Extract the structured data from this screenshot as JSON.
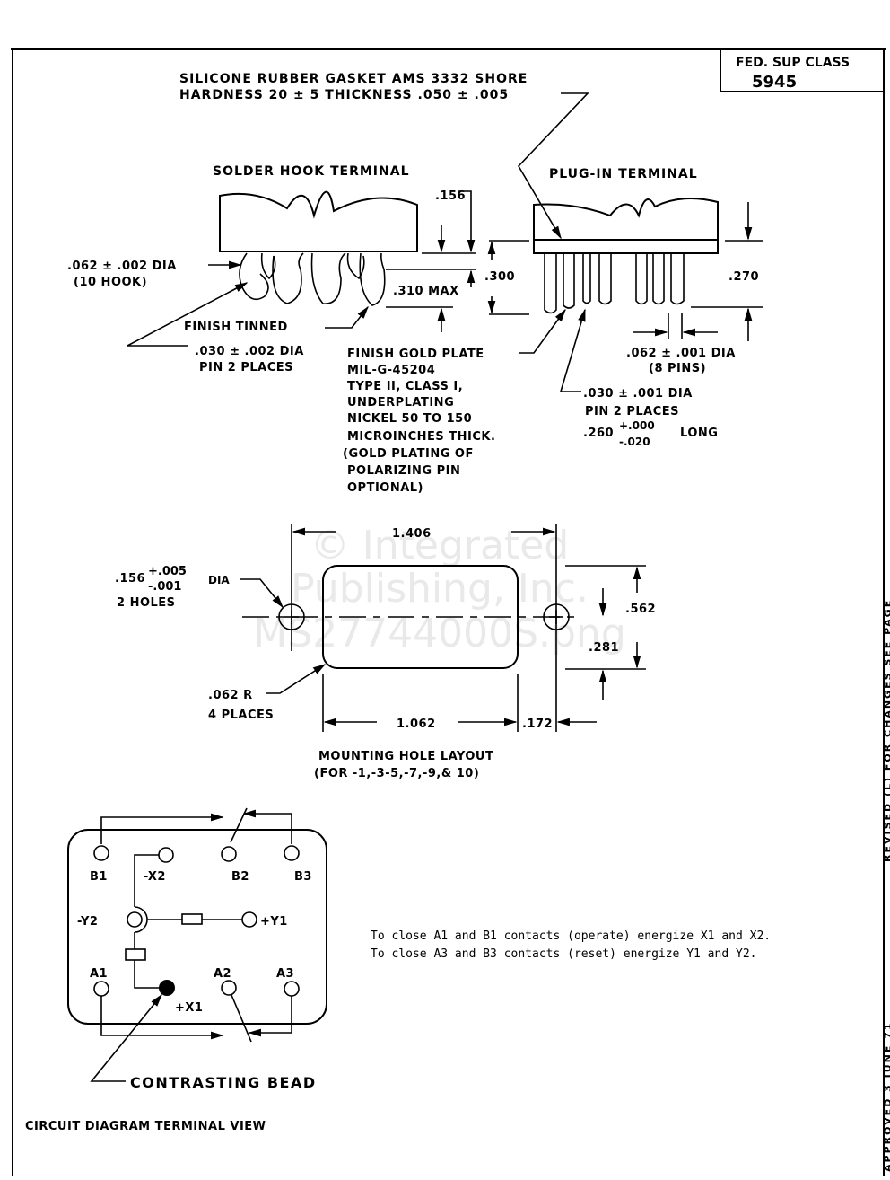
{
  "title_block": {
    "fsc_label": "FED. SUP CLASS",
    "fsc_value": "5945"
  },
  "gasket_note": {
    "line1": "SILICONE RUBBER GASKET AMS 3332 SHORE",
    "line2": "HARDNESS 20 ± 5 THICKNESS .050 ± .005"
  },
  "solder_hook": {
    "title": "SOLDER HOOK TERMINAL",
    "dim_156": ".156",
    "dim_300": ".300",
    "dim_310": ".310 MAX",
    "hook_dia_line1": ".062 ± .002 DIA",
    "hook_dia_line2": "(10 HOOK)",
    "finish": "FINISH TINNED",
    "pin_dia_line1": ".030 ± .002 DIA",
    "pin_dia_line2": "PIN 2 PLACES"
  },
  "gold_note": {
    "lines": [
      "FINISH GOLD PLATE",
      "MIL-G-45204",
      "TYPE II, CLASS I,",
      "UNDERPLATING",
      "NICKEL 50 TO 150",
      "MICROINCHES THICK.",
      "(GOLD PLATING OF",
      "POLARIZING PIN",
      "OPTIONAL)"
    ]
  },
  "plug_in": {
    "title": "PLUG-IN TERMINAL",
    "dim_270": ".270",
    "pin_dia_line1": ".062 ± .001 DIA",
    "pin_dia_line2": "(8 PINS)",
    "small_pin_line1": ".030 ± .001 DIA",
    "small_pin_line2": "PIN 2 PLACES",
    "length_base": ".260",
    "length_plus": "+.000",
    "length_minus": "-.020",
    "length_suffix": "LONG"
  },
  "mounting": {
    "dim_1406": "1.406",
    "hole_base": ".156",
    "hole_plus": "+.005",
    "hole_minus": "-.001",
    "hole_dia": "DIA",
    "hole_count": "2 HOLES",
    "radius_line1": ".062 R",
    "radius_line2": "4 PLACES",
    "dim_562": ".562",
    "dim_281": ".281",
    "dim_1062": "1.062",
    "dim_172": ".172",
    "caption_line1": "MOUNTING HOLE LAYOUT",
    "caption_line2": "(FOR -1,-3-5,-7,-9,& 10)"
  },
  "circuit": {
    "terminals": {
      "b1": "B1",
      "x2": "-X2",
      "b2": "B2",
      "b3": "B3",
      "y2": "-Y2",
      "y1": "+Y1",
      "a1": "A1",
      "a2": "A2",
      "a3": "A3",
      "x1": "+X1"
    },
    "bead_label": "CONTRASTING BEAD",
    "caption": "CIRCUIT DIAGRAM TERMINAL VIEW",
    "note_line1": "To close A1 and B1 contacts (operate) energize X1 and X2.",
    "note_line2": "To close A3 and B3 contacts (reset) energize Y1 and Y2."
  },
  "margin_text": {
    "revised": "REVISED (L) FOR CHANGES SEE PAGE",
    "approved": "APPROVED 3 JUNE 71"
  },
  "watermark": {
    "line1": "© Integrated",
    "line2": "Publishing, Inc.",
    "line3": "MS27744000S.png"
  }
}
